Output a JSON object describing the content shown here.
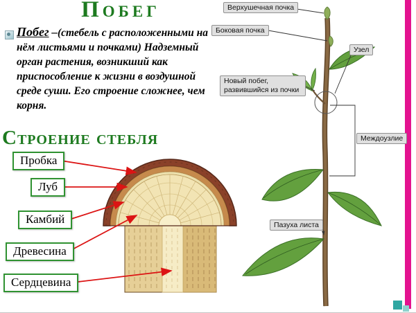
{
  "slide": {
    "title": "Побег",
    "intro": {
      "term": "Побег",
      "separator": "–",
      "definition": "(стебель с расположенными на нём листьями и почками) Надземный орган растения, возникший как приспособление к жизни в воздушной среде суши. Его строение сложнее, чем корня."
    },
    "section_title": "Строение стебля"
  },
  "stem_cross_section": {
    "labels": [
      "Пробка",
      "Луб",
      "Камбий",
      "Древесина",
      "Сердцевина"
    ]
  },
  "shoot_diagram": {
    "labels": {
      "apical_bud": "Верхушечная почка",
      "lateral_bud": "Боковая почка",
      "node": "Узел",
      "new_shoot": "Новый побег, развившийся из почки",
      "internode": "Междоузлие",
      "leaf_axil": "Пазуха листа"
    }
  },
  "colors": {
    "title_green": "#1d7a1f",
    "label_border_green": "#2f9231",
    "arrow_red": "#dc1414",
    "accent_bar_magenta": "#e3128f",
    "corner_square_teal": "#2fa7a2",
    "corner_square_teal_light": "#8ed2cd",
    "bark_brown": "#8a4129",
    "phloem_tan": "#c68a4c",
    "wood_cream": "#f2e4b4",
    "leaf_green": "#63a03e",
    "stem_brown": "#8a6a44"
  }
}
